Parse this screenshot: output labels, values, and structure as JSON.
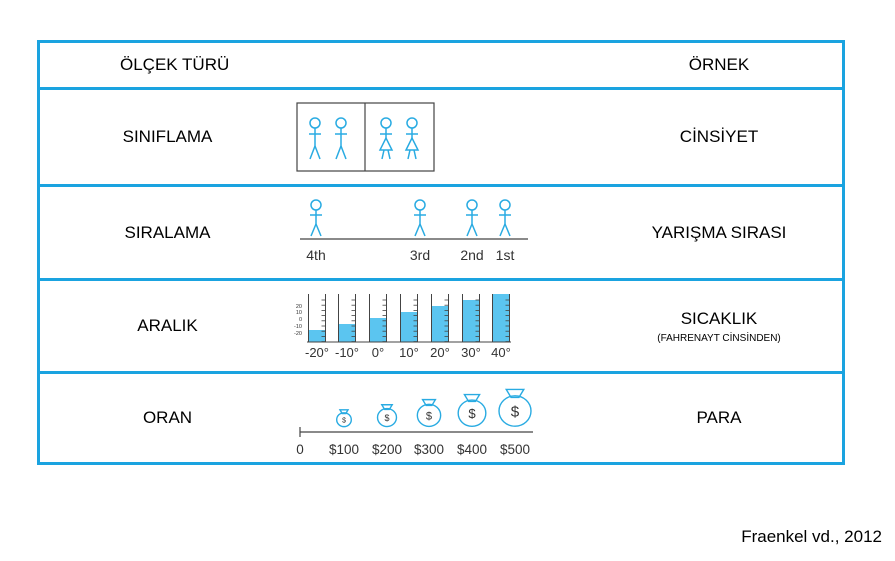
{
  "header": {
    "scale_type": "ÖLÇEK TÜRÜ",
    "example": "ÖRNEK"
  },
  "rows": [
    {
      "scale": "SINIFLAMA",
      "example": "CİNSİYET",
      "example_sub": ""
    },
    {
      "scale": "SIRALAMA",
      "example": "YARIŞMA  SIRASI",
      "example_sub": "",
      "ranks": [
        "4th",
        "3rd",
        "2nd",
        "1st"
      ]
    },
    {
      "scale": "ARALIK",
      "example": "SICAKLIK",
      "example_sub": "(FAHRENAYT CİNSİNDEN)",
      "thermo_labels": [
        "-20°",
        "-10°",
        "0°",
        "10°",
        "20°",
        "30°",
        "40°"
      ],
      "thermo_levels": [
        -20,
        -10,
        0,
        10,
        20,
        30,
        40
      ],
      "thermo_range": [
        -40,
        40
      ],
      "scale_ticks": [
        "20",
        "10",
        "0",
        "-10",
        "-20"
      ]
    },
    {
      "scale": "ORAN",
      "example": "PARA",
      "example_sub": "",
      "money_labels": [
        "0",
        "$100",
        "$200",
        "$300",
        "$400",
        "$500"
      ],
      "money_values": [
        0,
        100,
        200,
        300,
        400,
        500
      ]
    }
  ],
  "credit": "Fraenkel vd., 2012",
  "colors": {
    "accent": "#1aa3e0",
    "figure": "#29abe2",
    "fill": "#5bc5f0"
  }
}
